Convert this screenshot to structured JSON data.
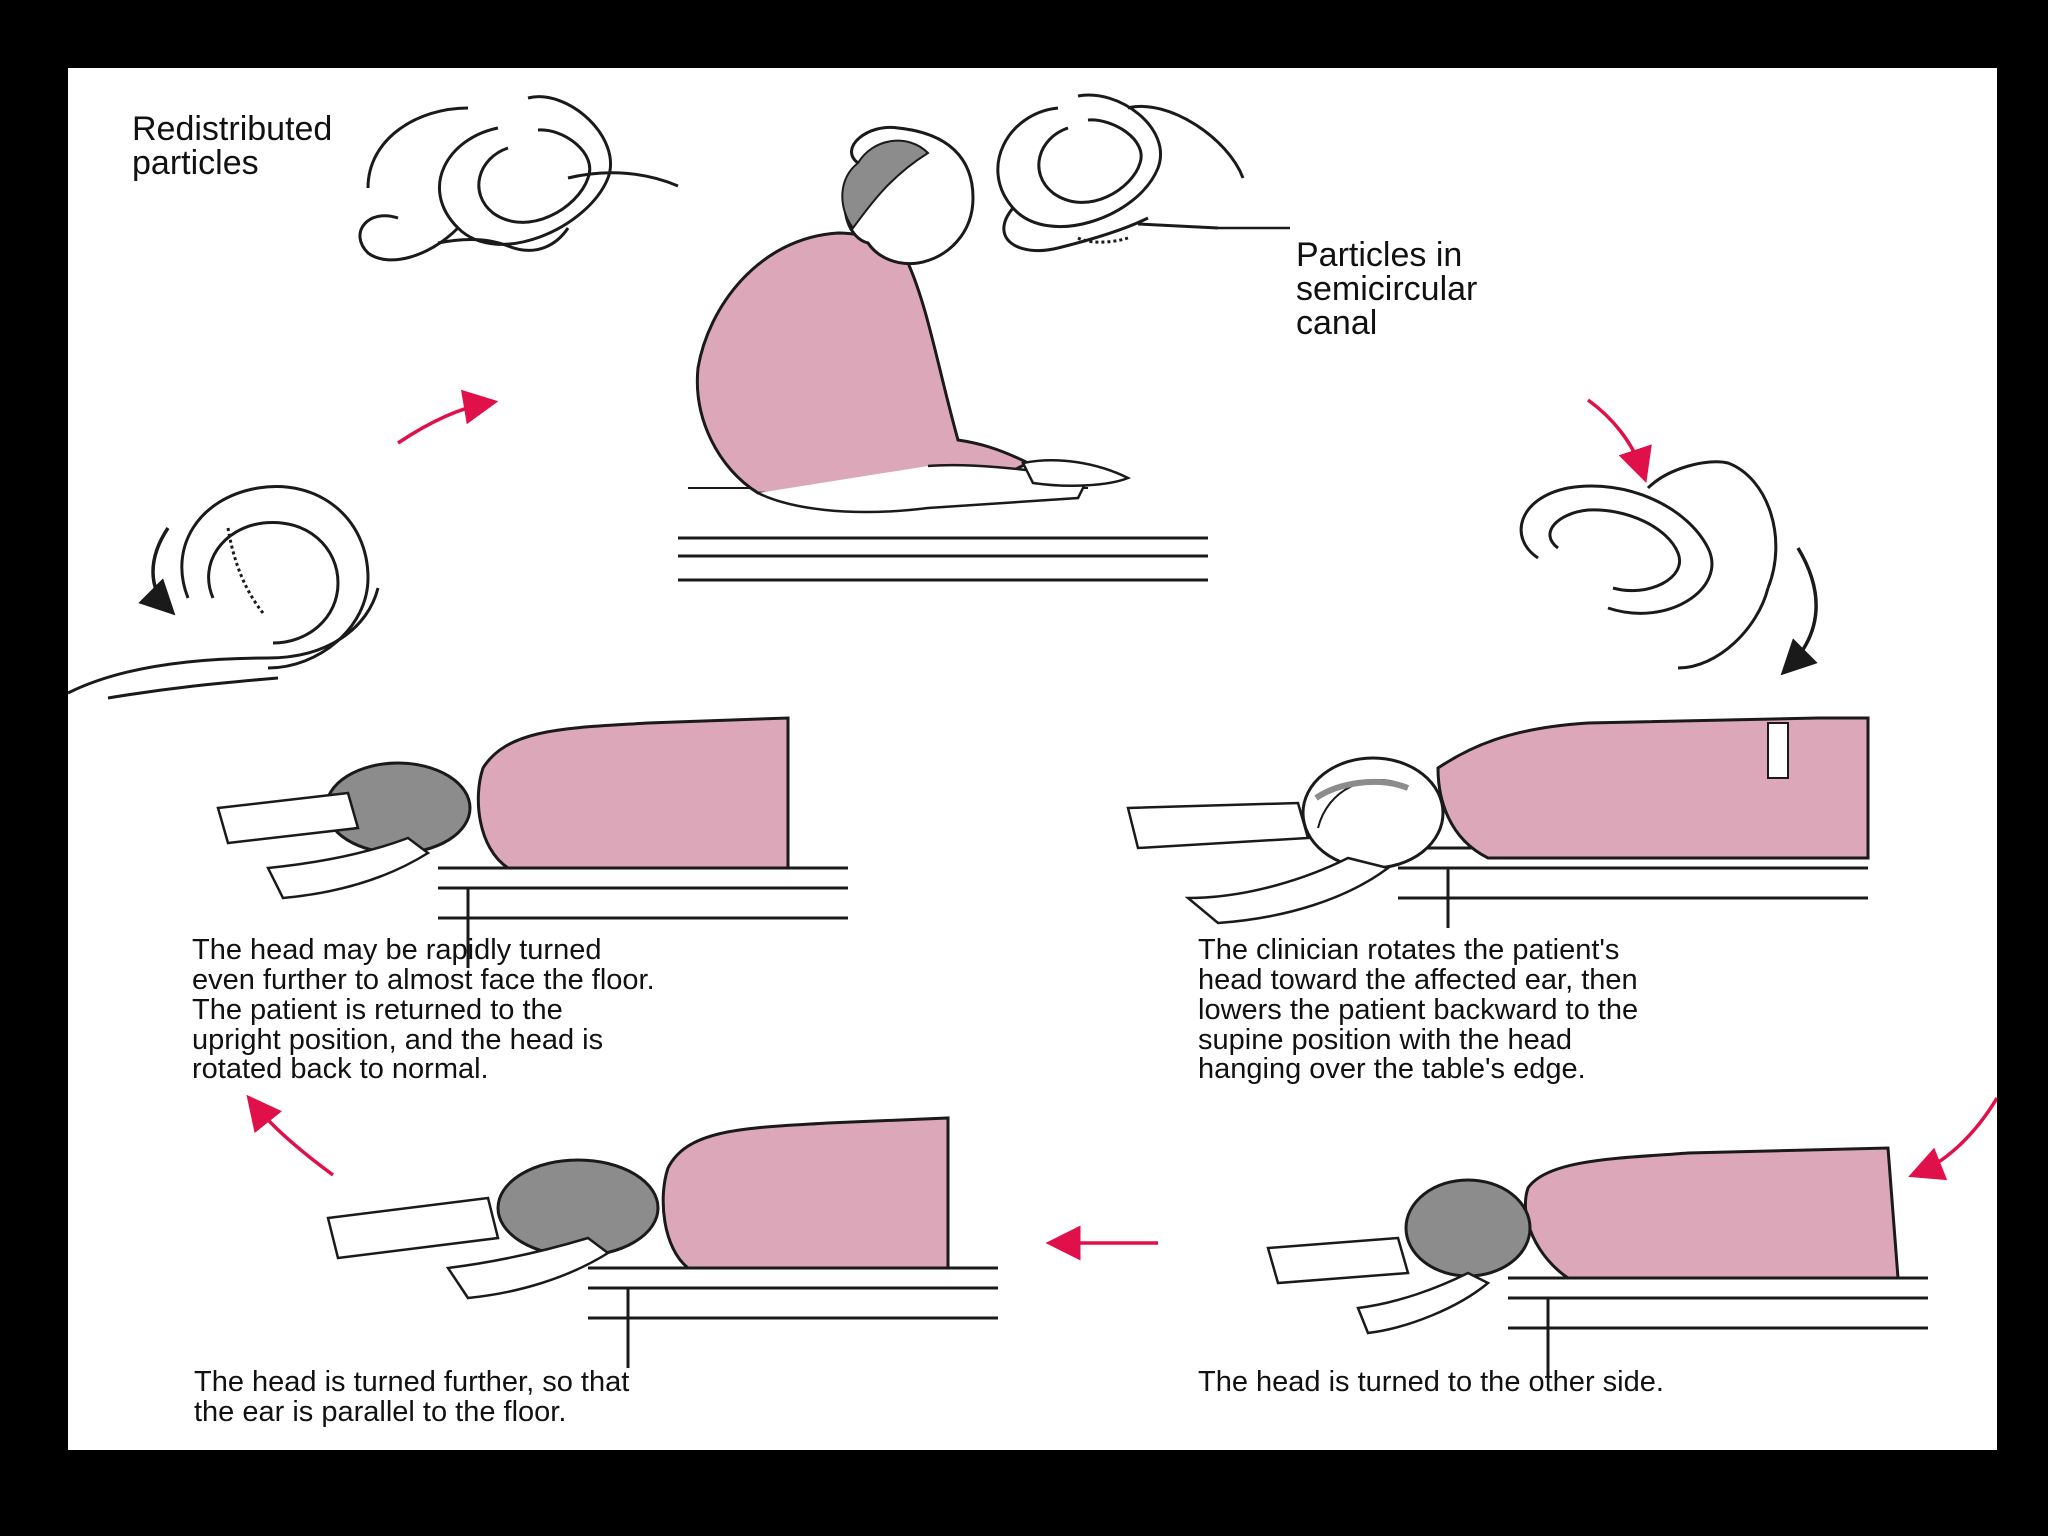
{
  "labels": {
    "redistributed": [
      "Redistributed",
      "particles"
    ],
    "particles_in_canal": [
      "Particles in",
      "semicircular",
      "canal"
    ]
  },
  "captions": {
    "step2": [
      "The clinician rotates the patient's",
      "head toward the affected ear, then",
      "lowers the patient backward to the",
      "supine position with the head",
      "hanging over the table's edge."
    ],
    "step3": [
      "The head is turned to the other side."
    ],
    "step4": [
      "The head is turned further, so that",
      "the ear is parallel to the floor."
    ],
    "step5": [
      "The head may be rapidly turned",
      "even further to almost face the floor.",
      "The patient is returned to the",
      "upright position, and the head is",
      "rotated back to normal."
    ]
  },
  "colors": {
    "background": "#000000",
    "panel": "#ffffff",
    "clothing": "#dca7b9",
    "hair": "#8c8c8c",
    "arrow": "#e0104a",
    "ink": "#1a1a1a"
  },
  "icons": [
    "semicircular-canal-icon",
    "rotation-arrow-icon"
  ]
}
